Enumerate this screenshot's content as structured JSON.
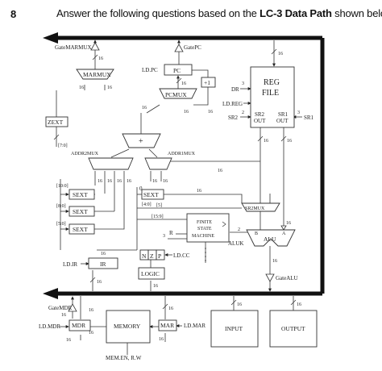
{
  "question": {
    "number": "8",
    "text_before": "Answer the following questions based on the ",
    "text_bold": "LC-3 Data Path",
    "text_after": " shown below -"
  },
  "diagram": {
    "gates": {
      "gate_marmux": "GateMARMUX",
      "gate_pc": "GatePC",
      "gate_mdr": "GateMDR",
      "gate_alu": "GateALU"
    },
    "blocks": {
      "marmux": "MARMUX",
      "pc": "PC",
      "pcmux": "PCMUX",
      "plus_one": "+1",
      "reg_file_line1": "REG",
      "reg_file_line2": "FILE",
      "zext": "ZEXT",
      "adder_plus": "+",
      "addr2mux": "ADDR2MUX",
      "addr1mux": "ADDR1MUX",
      "sext_1": "SEXT",
      "sext_2": "SEXT",
      "sext_3": "SEXT",
      "sext_4": "SEXT",
      "fsm_line1": "FINITE",
      "fsm_line2": "STATE",
      "fsm_line3": "MACHINE",
      "sr2mux": "SR2MUX",
      "alu": "ALU",
      "ir": "IR",
      "nzp": [
        "N",
        "Z",
        "P"
      ],
      "logic": "LOGIC",
      "mdr": "MDR",
      "memory": "MEMORY",
      "mar": "MAR",
      "input": "INPUT",
      "output": "OUTPUT"
    },
    "control_signals": {
      "ld_pc": "LD.PC",
      "dr": "DR",
      "ld_reg": "LD.REG",
      "sr2": "SR2",
      "sr1": "SR1",
      "sr2_out": "SR2",
      "sr1_out": "SR1",
      "out_1": "OUT",
      "out_2": "OUT",
      "ld_ir": "LD.IR",
      "ld_cc": "LD.CC",
      "aluk": "ALUK",
      "ld_mdr": "LD.MDR",
      "ld_mar": "LD.MAR",
      "mem_en": "MEM.EN, R.W",
      "r": "R",
      "alu_a": "A",
      "alu_b": "B"
    },
    "bit_fields": {
      "f7_0": "[7:0]",
      "f10_0": "[10:0]",
      "f8_0": "[8:0]",
      "f5_0": "[5:0]",
      "f4_0": "[4:0]",
      "f5": "[5]",
      "f15_9": "[15:9]",
      "zero": "0"
    },
    "widths": {
      "w16": "16",
      "w3": "3",
      "w2": "2"
    }
  }
}
